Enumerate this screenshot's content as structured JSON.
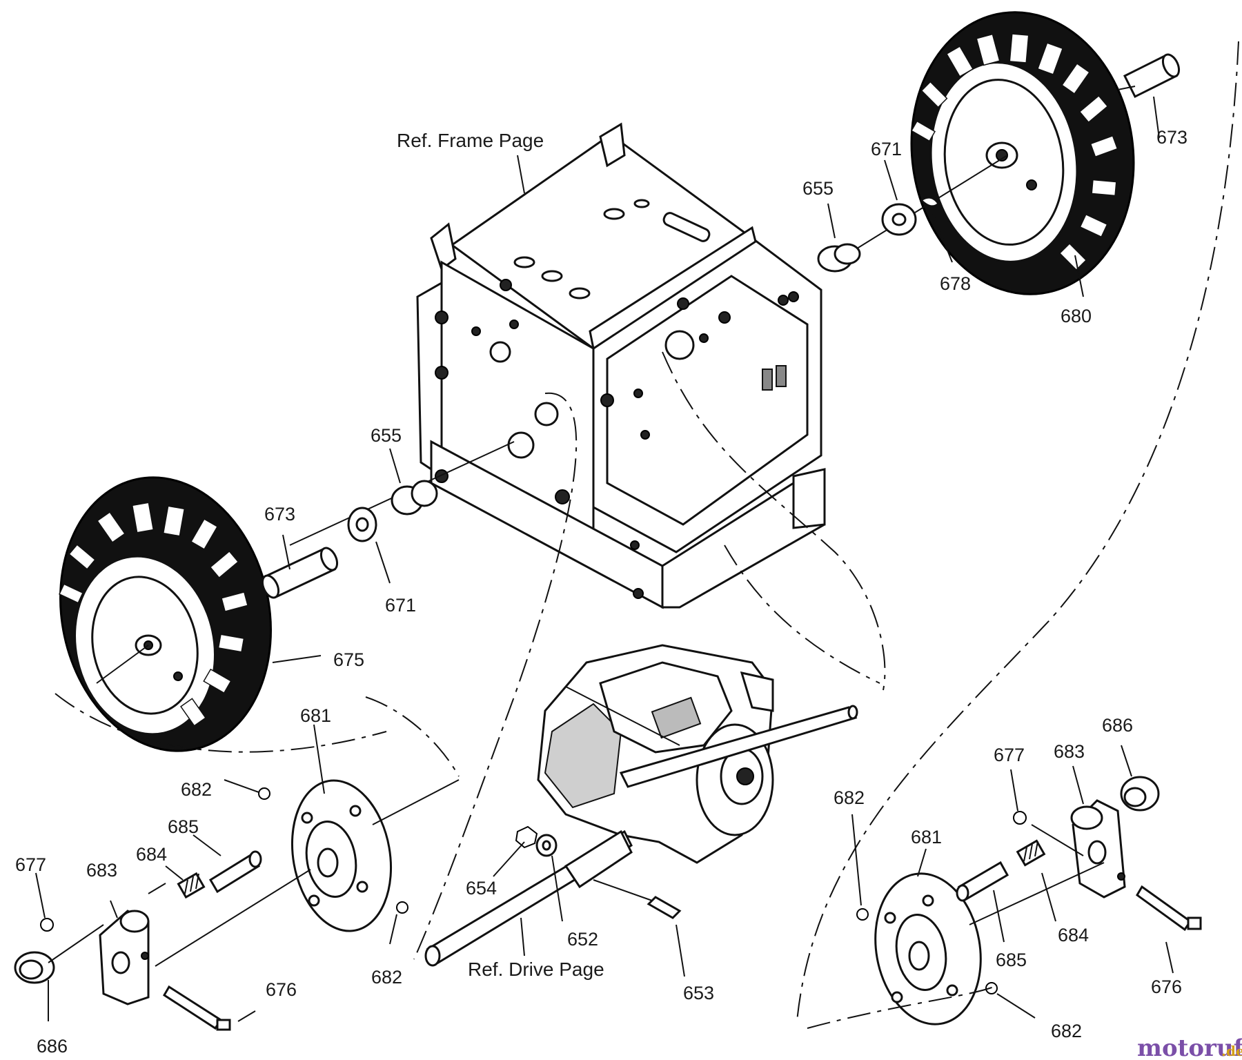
{
  "ref_labels": {
    "frame": "Ref. Frame Page",
    "drive": "Ref. Drive Page"
  },
  "callouts": [
    {
      "id": "c673r",
      "text": "673"
    },
    {
      "id": "c671r",
      "text": "671"
    },
    {
      "id": "c655r",
      "text": "655"
    },
    {
      "id": "c678",
      "text": "678"
    },
    {
      "id": "c680",
      "text": "680"
    },
    {
      "id": "c655l",
      "text": "655"
    },
    {
      "id": "c673l",
      "text": "673"
    },
    {
      "id": "c671l",
      "text": "671"
    },
    {
      "id": "c675",
      "text": "675"
    },
    {
      "id": "c681l",
      "text": "681"
    },
    {
      "id": "c682a",
      "text": "682"
    },
    {
      "id": "c685l",
      "text": "685"
    },
    {
      "id": "c684l",
      "text": "684"
    },
    {
      "id": "c683l",
      "text": "683"
    },
    {
      "id": "c677l",
      "text": "677"
    },
    {
      "id": "c682b",
      "text": "682"
    },
    {
      "id": "c676l",
      "text": "676"
    },
    {
      "id": "c686l",
      "text": "686"
    },
    {
      "id": "c654",
      "text": "654"
    },
    {
      "id": "c652",
      "text": "652"
    },
    {
      "id": "c653",
      "text": "653"
    },
    {
      "id": "c686r",
      "text": "686"
    },
    {
      "id": "c677r",
      "text": "677"
    },
    {
      "id": "c683r",
      "text": "683"
    },
    {
      "id": "c682c",
      "text": "682"
    },
    {
      "id": "c681r",
      "text": "681"
    },
    {
      "id": "c684r",
      "text": "684"
    },
    {
      "id": "c685r",
      "text": "685"
    },
    {
      "id": "c676r",
      "text": "676"
    },
    {
      "id": "c682d",
      "text": "682"
    }
  ],
  "watermark": {
    "brand": "motoruf",
    "suffix": ".de"
  }
}
